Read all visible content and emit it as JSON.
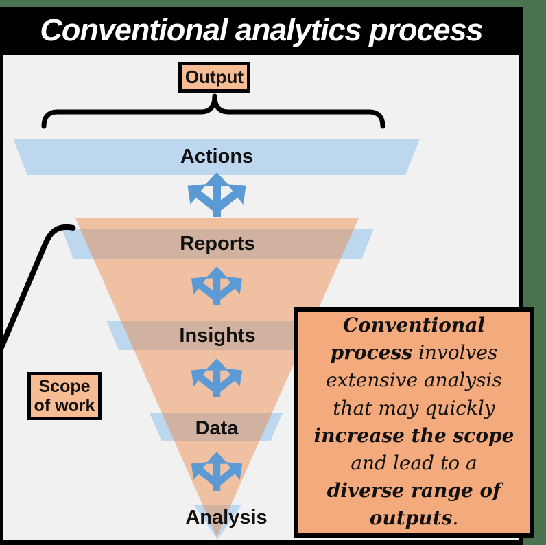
{
  "title": "Conventional analytics process",
  "output_box": {
    "label": "Output"
  },
  "scope_box": {
    "line1": "Scope",
    "line2": "of work"
  },
  "funnel": {
    "levels": [
      {
        "label": "Actions"
      },
      {
        "label": "Reports"
      },
      {
        "label": "Insights"
      },
      {
        "label": "Data"
      },
      {
        "label": "Analysis"
      }
    ]
  },
  "side_note": {
    "lines": [
      [
        {
          "text": "Conventional",
          "bold": true
        }
      ],
      [
        {
          "text": "process",
          "bold": true
        },
        {
          "text": " involves",
          "bold": false
        }
      ],
      [
        {
          "text": "extensive analysis",
          "bold": false
        }
      ],
      [
        {
          "text": "that may quickly",
          "bold": false
        }
      ],
      [
        {
          "text": "increase the scope",
          "bold": true
        }
      ],
      [
        {
          "text": "and lead to a",
          "bold": false
        }
      ],
      [
        {
          "text": "diverse range of",
          "bold": true
        }
      ],
      [
        {
          "text": "outputs",
          "bold": true
        },
        {
          "text": ".",
          "bold": false
        }
      ]
    ]
  },
  "colors": {
    "frame_green": "#4a7450",
    "card_black": "#000000",
    "content_gray": "#f1f1f2",
    "blue_bar": "#bdd7ee",
    "arrow_blue": "#5b9ad5",
    "funnel_fill": "rgba(237,125,49,0.42)",
    "box_peach": "#f6bd94",
    "note_peach": "#f3aa7c",
    "brace_black": "#000000"
  }
}
